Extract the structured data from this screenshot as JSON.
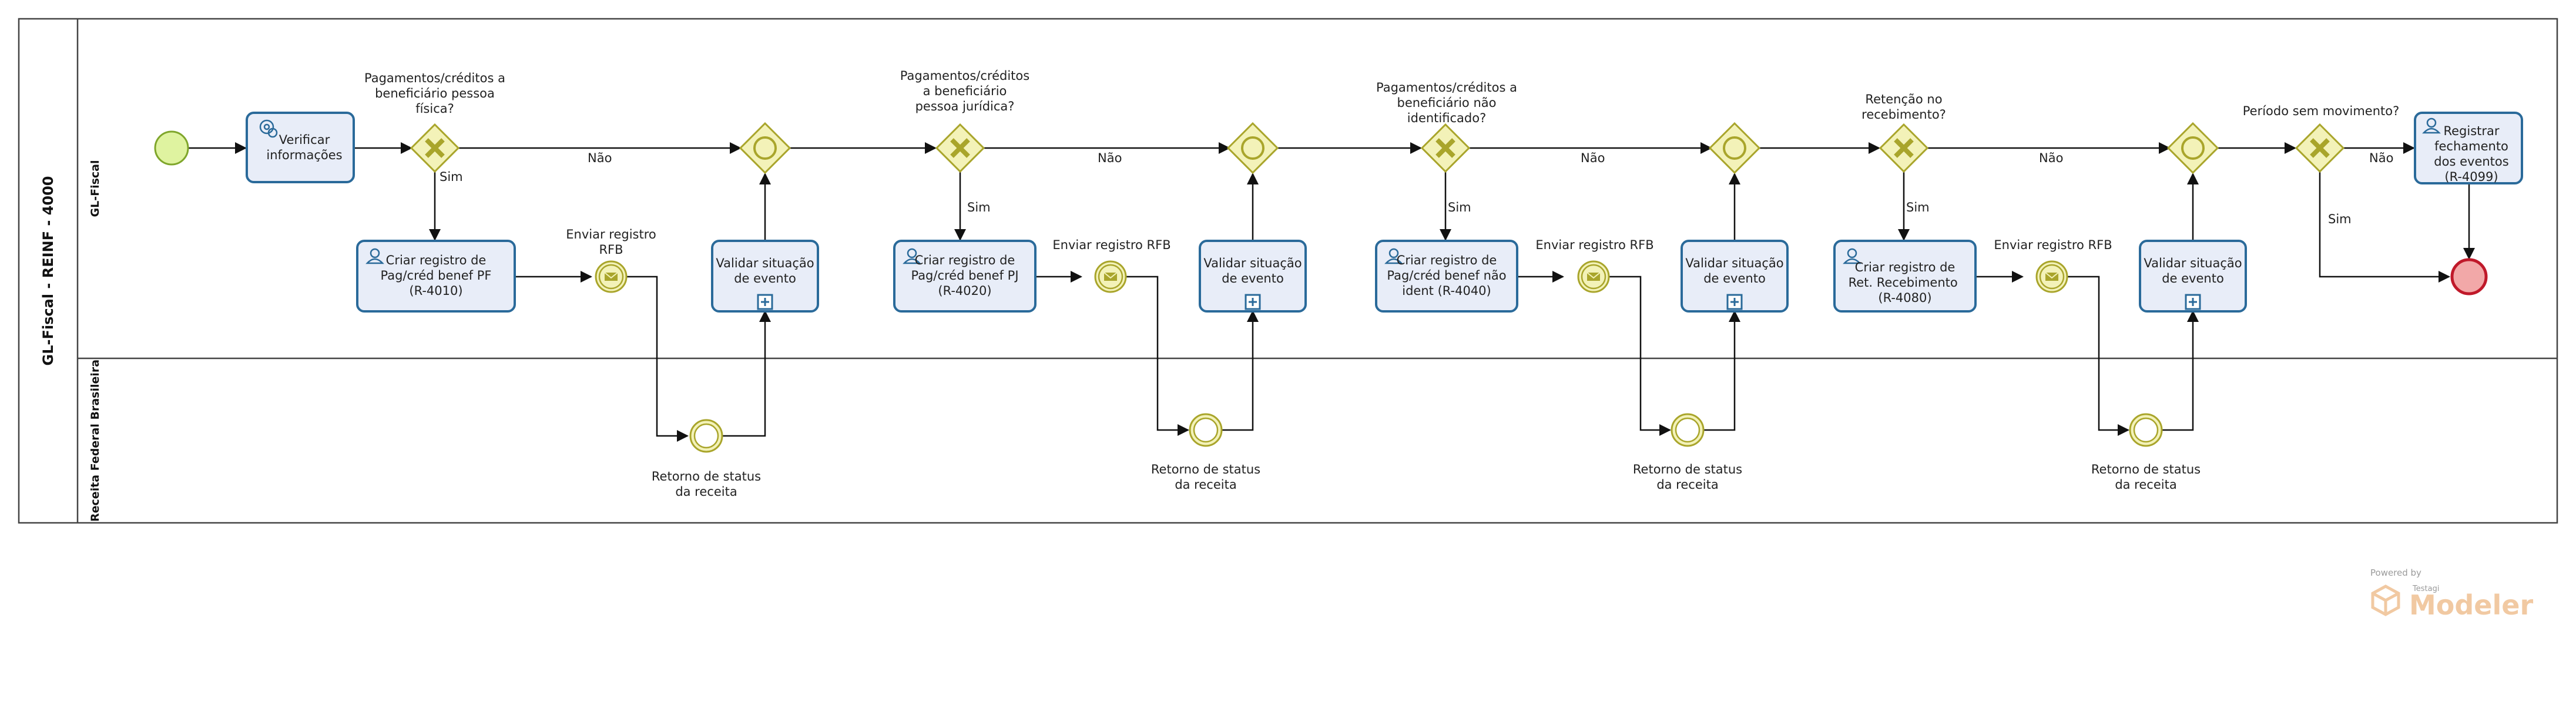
{
  "pool": {
    "title": "GL-Fiscal - REINF - 4000",
    "lanes": [
      "GL-Fiscal",
      "Receita Federal Brasileira"
    ]
  },
  "tasks": {
    "verificar": "Verificar informações",
    "criar_pf": "Criar registro de Pag/créd benef PF (R-4010)",
    "criar_pj": "Criar registro de Pag/créd benef PJ (R-4020)",
    "criar_nao_ident": "Criar registro de Pag/créd benef não ident  (R-4040)",
    "criar_ret": "Criar registro de Ret. Recebimento  (R-4080)",
    "registrar": "Registrar fechamento dos eventos (R-4099)",
    "validar": "Validar situação de evento"
  },
  "gateways": {
    "pf": "Pagamentos/créditos a beneficiário pessoa física?",
    "pj": "Pagamentos/créditos a beneficiário pessoa jurídica?",
    "nao_ident": "Pagamentos/créditos a beneficiário não identificado?",
    "retencao": "Retenção no recebimento?",
    "periodo": "Período sem movimento?"
  },
  "events": {
    "enviar_1": "Enviar registro RFB",
    "enviar": "Enviar registro RFB",
    "retorno": "Retorno de status da receita"
  },
  "flows": {
    "sim": "Sim",
    "nao": "Não"
  },
  "watermark": {
    "powered": "Powered by",
    "brand": "Testagi",
    "product": "Modeler"
  },
  "colors": {
    "task_fill": "#e8edf8",
    "task_stroke": "#2a6a9a",
    "gateway_fill": "#f3f2b8",
    "gateway_stroke": "#a9a52b",
    "start_fill": "#dff3a0",
    "start_stroke": "#7fa62b",
    "end_fill": "#f2a8a8",
    "end_stroke": "#c0192a"
  }
}
